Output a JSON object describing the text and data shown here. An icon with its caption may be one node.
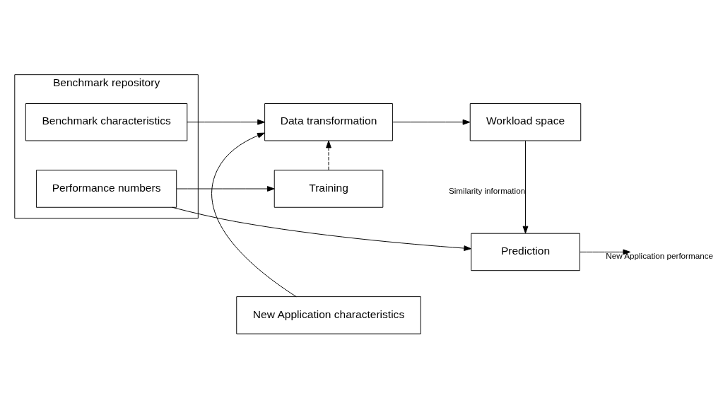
{
  "diagram": {
    "nodes": [
      {
        "text": [
          "Benchmark repository"
        ]
      },
      {
        "text": [
          "Benchmark characteristics"
        ],
        "in": 0
      },
      {
        "text": [
          "Performance numbers"
        ],
        "in": 0
      },
      {
        "text": [
          "New Application characteristics"
        ]
      },
      {
        "text": [
          "Data transformation"
        ]
      },
      {
        "text": [
          "Training"
        ]
      },
      {
        "text": [
          "Workload space"
        ]
      },
      {
        "text": [
          "Prediction"
        ]
      }
    ],
    "edges": [
      {
        "from": 3,
        "to": 4,
        "arrow": "to"
      },
      {
        "from": 1,
        "to": 4,
        "arrow": "to"
      },
      {
        "from": 5,
        "to": 4,
        "arrow": "to",
        "style": "dashed"
      },
      {
        "from": 4,
        "to": 6,
        "arrow": "to"
      },
      {
        "from": 6,
        "to": 7,
        "arrow": "to",
        "label": "Similarity information"
      },
      {
        "from": 2,
        "to": 5,
        "arrow": "to"
      },
      {
        "from": 7,
        "to": null,
        "arrow": "to",
        "label": "New Application performance"
      },
      {
        "from": 2,
        "to": 7,
        "arrow": "to"
      }
    ]
  }
}
